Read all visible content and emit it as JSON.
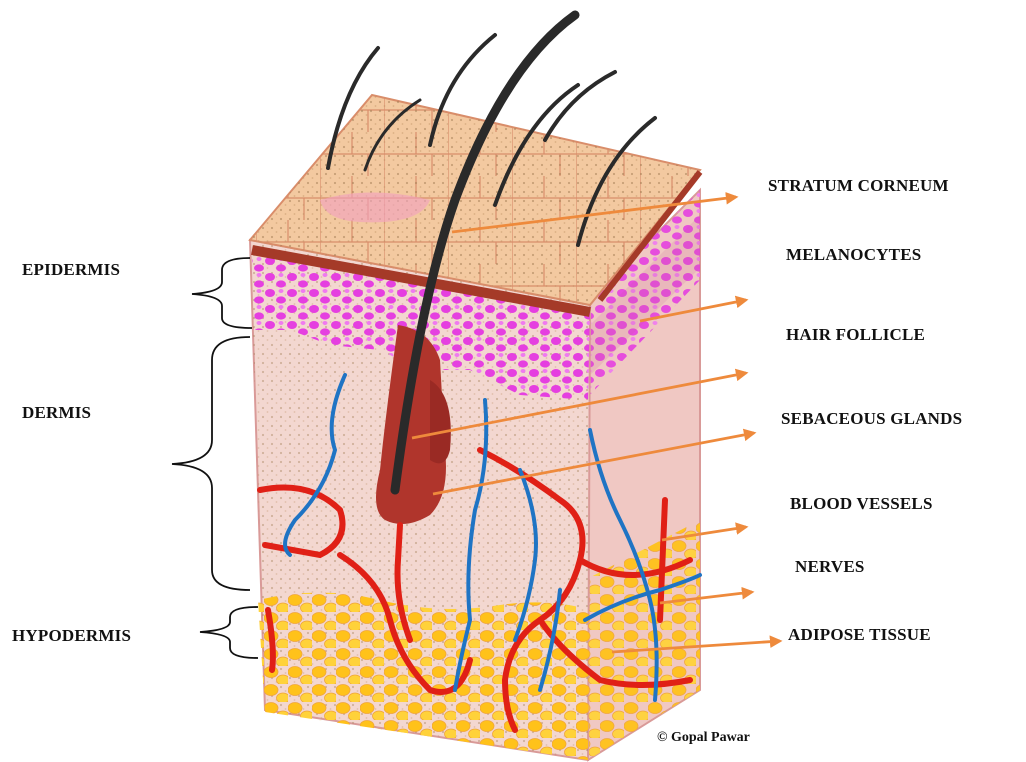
{
  "labels": {
    "epidermis": "EPIDERMIS",
    "dermis": "DERMIS",
    "hypodermis": "HYPODERMIS",
    "stratum_corneum": "STRATUM CORNEUM",
    "melanocytes": "MELANOCYTES",
    "hair_follicle": "HAIR FOLLICLE",
    "sebaceous_glands": "SEBACEOUS GLANDS",
    "blood_vessels": "BLOOD VESSELS",
    "nerves": "NERVES",
    "adipose_tissue": "ADIPOSE TISSUE"
  },
  "credit": "© Gopal Pawar",
  "colors": {
    "arrow": "#ee8a3c",
    "blood": "#e02016",
    "nerve": "#1f74c4",
    "fat": "#ffc21a",
    "melanocyte": "#e53fe0",
    "surface": "#f3c9a0",
    "dermis": "#f3d7d0",
    "hair": "#2a2a2a"
  }
}
